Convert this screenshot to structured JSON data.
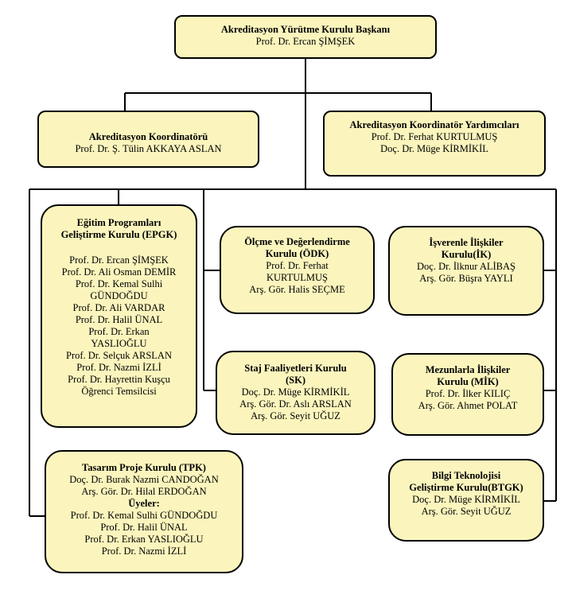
{
  "president": {
    "title": "Akreditasyon Yürütme Kurulu Başkanı",
    "members": [
      "Prof. Dr. Ercan ŞİMŞEK"
    ]
  },
  "coordinator": {
    "title": "Akreditasyon Koordinatörü",
    "members": [
      "Prof. Dr. Ş. Tülin AKKAYA ASLAN"
    ]
  },
  "assistants": {
    "title": "Akreditasyon Koordinatör Yardımcıları",
    "members": [
      "Prof. Dr. Ferhat KURTULMUŞ",
      "Doç. Dr. Müge KİRMİKİL"
    ]
  },
  "epgk": {
    "title_lines": [
      "Eğitim Programları",
      "Geliştirme Kurulu (EPGK)"
    ],
    "members": [
      "Prof. Dr. Ercan ŞİMŞEK",
      "Prof. Dr. Ali Osman DEMİR",
      "Prof. Dr. Kemal Sulhi",
      "GÜNDOĞDU",
      "Prof. Dr. Ali VARDAR",
      "Prof. Dr. Halil ÜNAL",
      "Prof. Dr. Erkan",
      "YASLIOĞLU",
      "Prof. Dr. Selçuk ARSLAN",
      "Prof. Dr. Nazmi İZLİ",
      "Prof. Dr. Hayrettin Kuşçu",
      "Öğrenci Temsilcisi"
    ]
  },
  "odk": {
    "title_lines": [
      "Ölçme ve Değerlendirme",
      "Kurulu (ÖDK)"
    ],
    "members": [
      "Prof. Dr. Ferhat",
      "KURTULMUŞ",
      "Arş. Gör. Halis SEÇME"
    ]
  },
  "ik": {
    "title_lines": [
      "İşverenle İlişkiler",
      "Kurulu(İK)"
    ],
    "members": [
      "Doç. Dr. İlknur ALİBAŞ",
      "Arş. Gör. Büşra YAYLI"
    ]
  },
  "sk": {
    "title_lines": [
      "Staj Faaliyetleri Kurulu",
      "(SK)"
    ],
    "members": [
      "Doç. Dr. Müge KİRMİKİL",
      "Arş. Gör. Dr. Aslı ARSLAN",
      "Arş. Gör. Seyit UĞUZ"
    ]
  },
  "mik": {
    "title_lines": [
      "Mezunlarla İlişkiler",
      "Kurulu (MİK)"
    ],
    "members": [
      "Prof. Dr. İlker KILIÇ",
      "Arş. Gör. Ahmet POLAT"
    ]
  },
  "btgk": {
    "title_lines": [
      "Bilgi Teknolojisi",
      "Geliştirme Kurulu(BTGK)"
    ],
    "members": [
      "Doç. Dr. Müge KİRMİKİL",
      "Arş. Gör. Seyit UĞUZ"
    ]
  },
  "tpk": {
    "title_lines": [
      "Tasarım Proje Kurulu (TPK)"
    ],
    "members_top": [
      "Doç. Dr. Burak Nazmi CANDOĞAN",
      "Arş. Gör. Dr. Hilal ERDOĞAN"
    ],
    "sub_heading": "Üyeler:",
    "members_bottom": [
      "Prof. Dr. Kemal Sulhi GÜNDOĞDU",
      "Prof. Dr. Halil ÜNAL",
      "Prof. Dr. Erkan YASLIOĞLU",
      "Prof. Dr. Nazmi İZLİ"
    ]
  }
}
